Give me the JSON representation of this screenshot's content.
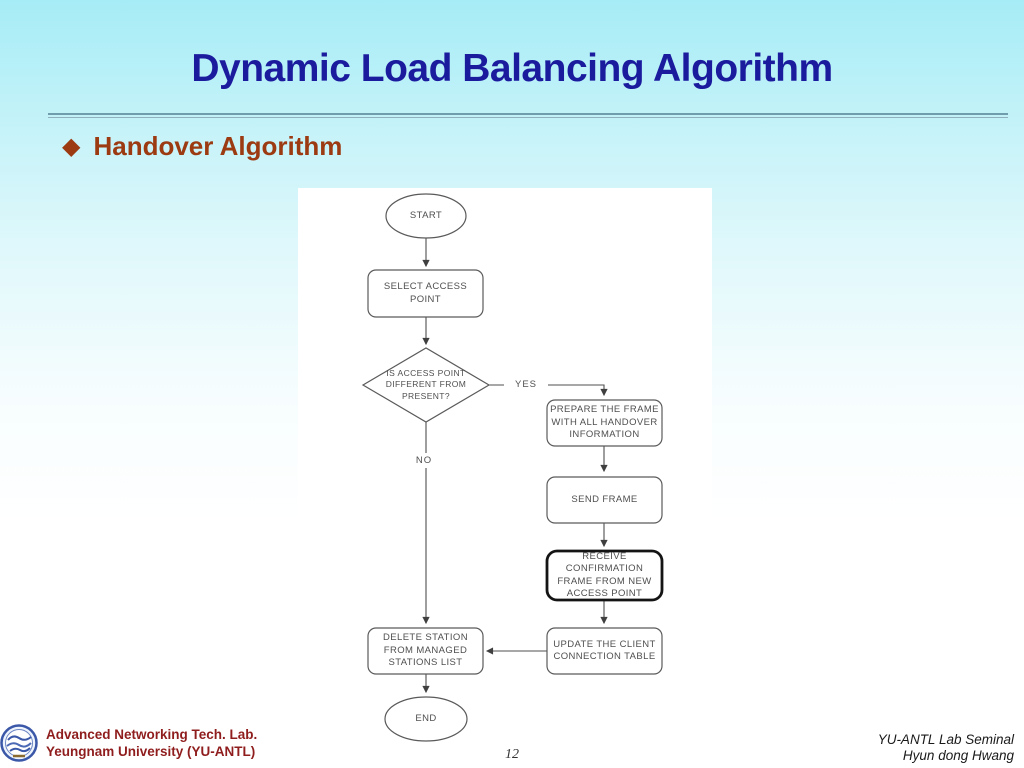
{
  "slide": {
    "title": "Dynamic Load Balancing Algorithm",
    "bullet": "◆",
    "heading": "Handover Algorithm",
    "page_number": "12"
  },
  "flowchart": {
    "start": "START",
    "select_ap": "SELECT ACCESS\nPOINT",
    "decision": "IS ACCESS POINT\nDIFFERENT FROM\nPRESENT?",
    "yes": "YES",
    "no": "NO",
    "prepare": "PREPARE THE FRAME\nWITH ALL HANDOVER\nINFORMATION",
    "send": "SEND FRAME",
    "receive": "RECEIVE\nCONFIRMATION\nFRAME FROM NEW\nACCESS POINT",
    "update": "UPDATE THE CLIENT\nCONNECTION TABLE",
    "delete": "DELETE STATION\nFROM MANAGED\nSTATIONS LIST",
    "end": "END"
  },
  "footer": {
    "lab_line1": "Advanced Networking Tech. Lab.",
    "lab_line2": "Yeungnam University (YU-ANTL)",
    "seminar_line1": "YU-ANTL Lab Seminal",
    "seminar_line2": "Hyun dong Hwang"
  },
  "colors": {
    "title_blue": "#1b1b9e",
    "heading_rust": "#9c3a12",
    "footer_red": "#8f1d1d",
    "background_cyan": "#a6ecf6",
    "flow_stroke": "#4f4f4f"
  }
}
